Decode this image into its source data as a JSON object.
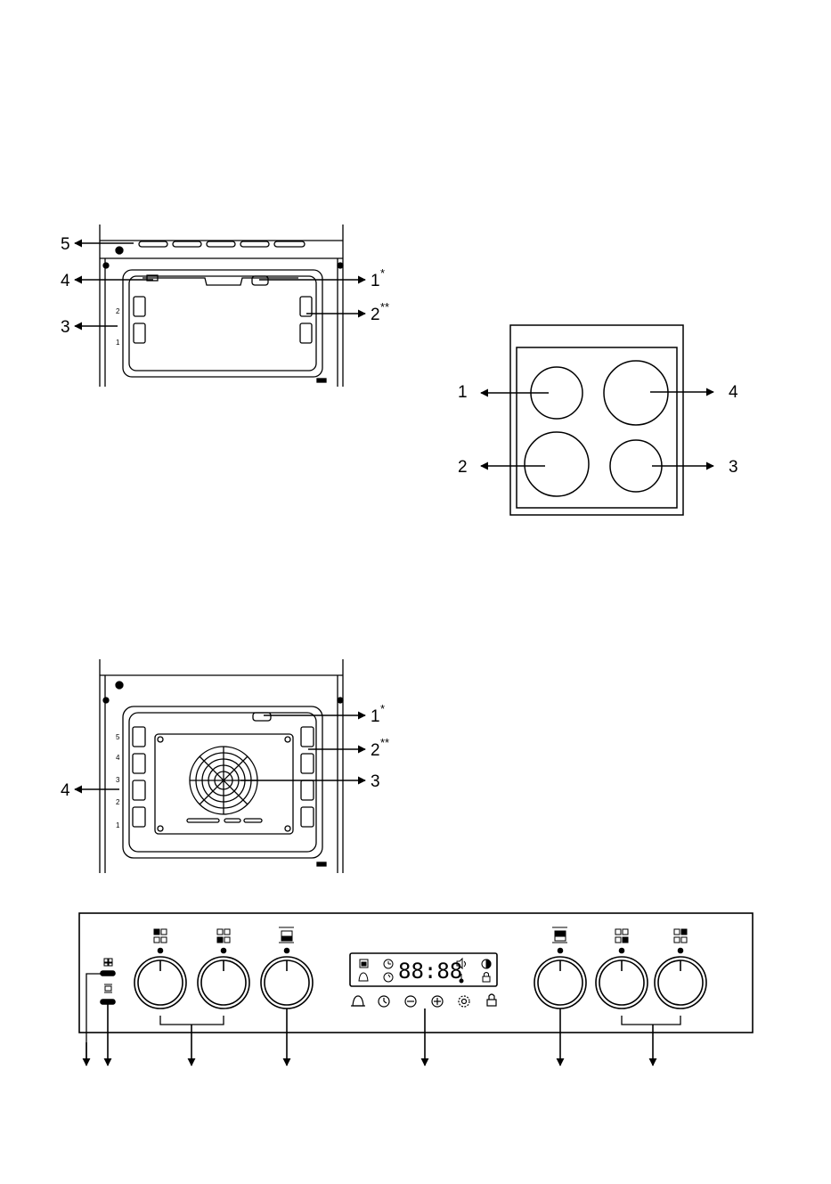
{
  "upper_oven": {
    "callouts": [
      {
        "num": "5",
        "sup": ""
      },
      {
        "num": "4",
        "sup": ""
      },
      {
        "num": "3",
        "sup": ""
      },
      {
        "num": "1",
        "sup": "*"
      },
      {
        "num": "2",
        "sup": "**"
      }
    ],
    "shelf_levels": [
      "2",
      "1"
    ]
  },
  "hob": {
    "callouts": [
      "1",
      "4",
      "2",
      "3"
    ]
  },
  "lower_oven": {
    "callouts": [
      {
        "num": "1",
        "sup": "*"
      },
      {
        "num": "2",
        "sup": "**"
      },
      {
        "num": "3",
        "sup": ""
      },
      {
        "num": "4",
        "sup": ""
      }
    ],
    "shelf_levels": [
      "5",
      "4",
      "3",
      "2",
      "1"
    ]
  },
  "control_panel": {
    "display_digits": "88:88",
    "icons": [
      "upper-oven-light-icon",
      "lower-oven-light-icon",
      "zone-front-left-icon",
      "zone-rear-left-icon",
      "top-oven-icon",
      "clock-icon",
      "timer-icon",
      "cooking-end-icon",
      "volume-icon",
      "thermometer-icon",
      "contrast-icon",
      "lock-icon",
      "bell-icon",
      "minus-icon",
      "plus-icon",
      "settings-icon",
      "child-lock-icon",
      "main-oven-icon",
      "zone-front-right-icon",
      "zone-rear-right-icon"
    ]
  },
  "colors": {
    "line": "#000000",
    "background": "#ffffff"
  }
}
